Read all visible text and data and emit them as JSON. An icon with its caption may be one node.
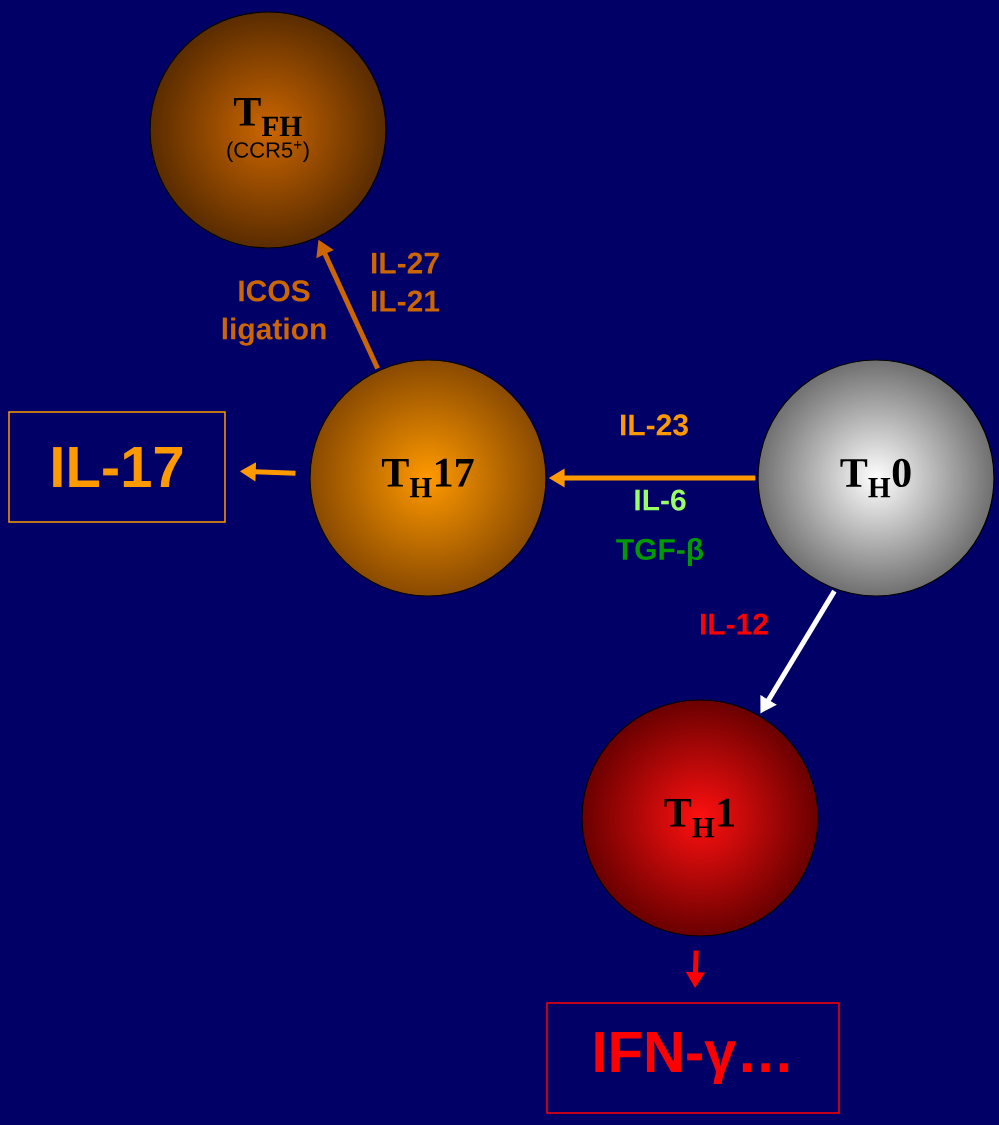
{
  "diagram": {
    "nodes": [
      {
        "text": [
          "T$_{FH}$",
          "(CCR5$^{+}$)"
        ]
      },
      {
        "text": [
          "T$_{H}$17"
        ]
      },
      {
        "text": [
          "T$_{H}$0"
        ]
      },
      {
        "text": [
          "T$_{H}$1"
        ]
      },
      {
        "text": [
          "IL-17"
        ]
      },
      {
        "text": [
          "IFN-γ…"
        ]
      }
    ],
    "edges": [
      {
        "from": 1,
        "to": 0,
        "arrow": "to",
        "label": "IL-27 IL-21",
        "color": "#cc6600"
      },
      {
        "from": 2,
        "to": 1,
        "arrow": "to",
        "label": "IL-23"
      },
      {
        "from": 2,
        "to": 3,
        "arrow": "to",
        "label": "IL-12",
        "color": "#ffffff"
      },
      {
        "from": 1,
        "to": 4,
        "arrow": "to"
      },
      {
        "from": 3,
        "to": 5,
        "arrow": "to",
        "color": "#ff0000"
      }
    ],
    "labels": [
      "ICOS ligation",
      "IL-6",
      "TGF-β"
    ]
  }
}
